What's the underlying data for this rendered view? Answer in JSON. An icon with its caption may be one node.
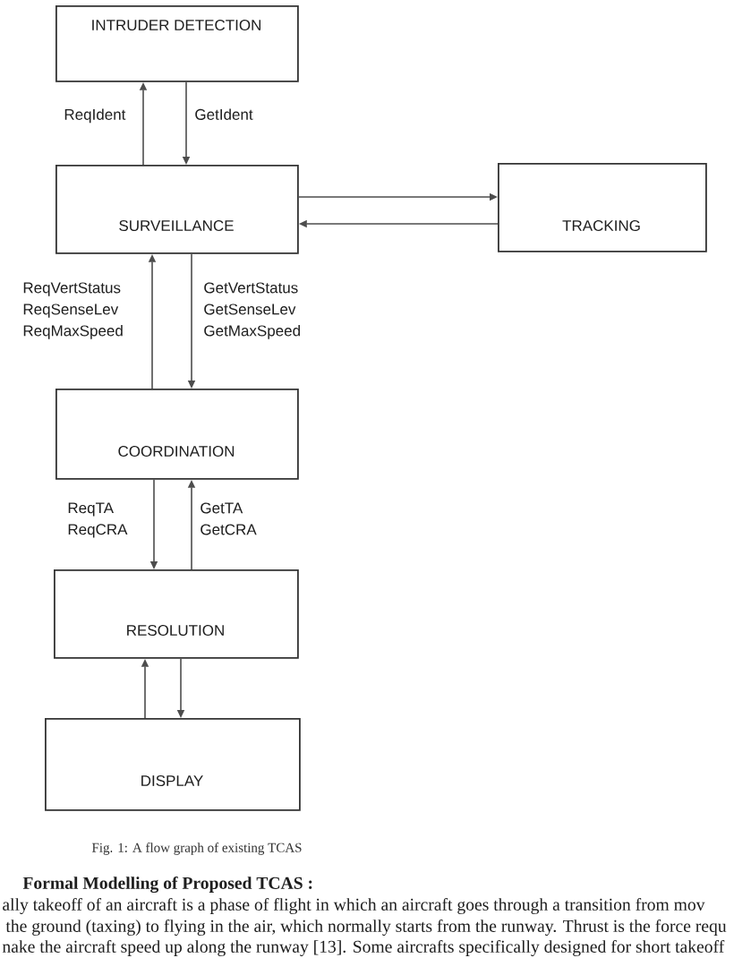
{
  "diagram": {
    "caption": "Fig. 1: A flow graph of existing TCAS",
    "nodes": [
      {
        "text": [
          "INTRUDER DETECTION"
        ]
      },
      {
        "text": [
          "SURVEILLANCE"
        ]
      },
      {
        "text": [
          "TRACKING"
        ]
      },
      {
        "text": [
          "COORDINATION"
        ]
      },
      {
        "text": [
          "RESOLUTION"
        ]
      },
      {
        "text": [
          "DISPLAY"
        ]
      }
    ],
    "edges": [
      {
        "from": 1,
        "to": 0,
        "arrow": "to",
        "label": "ReqIdent"
      },
      {
        "from": 0,
        "to": 1,
        "arrow": "to",
        "label": "GetIdent"
      },
      {
        "from": 1,
        "to": 2,
        "arrow": "to"
      },
      {
        "from": 2,
        "to": 1,
        "arrow": "to"
      },
      {
        "from": 3,
        "to": 1,
        "arrow": "to",
        "label": "ReqVertStatus ReqSenseLev ReqMaxSpeed"
      },
      {
        "from": 1,
        "to": 3,
        "arrow": "to",
        "label": "GetVertStatus GetSenseLev GetMaxSpeed"
      },
      {
        "from": 3,
        "to": 4,
        "arrow": "to",
        "label": "ReqTA ReqCRA"
      },
      {
        "from": 4,
        "to": 3,
        "arrow": "to",
        "label": "GetTA GetCRA"
      },
      {
        "from": 5,
        "to": 4,
        "arrow": "to"
      },
      {
        "from": 4,
        "to": 5,
        "arrow": "to"
      }
    ],
    "labels": [
      "Formal Modelling of Proposed TCAS :",
      "ally takeoff of an aircraft is a phase of flight in which an aircraft goes through a transition from mov",
      "the ground (taxing) to flying in the air, which normally starts from the runway. Thrust is the force requ",
      "nake the aircraft speed up along the runway [13]. Some aircrafts specifically designed for short takeoff"
    ]
  }
}
